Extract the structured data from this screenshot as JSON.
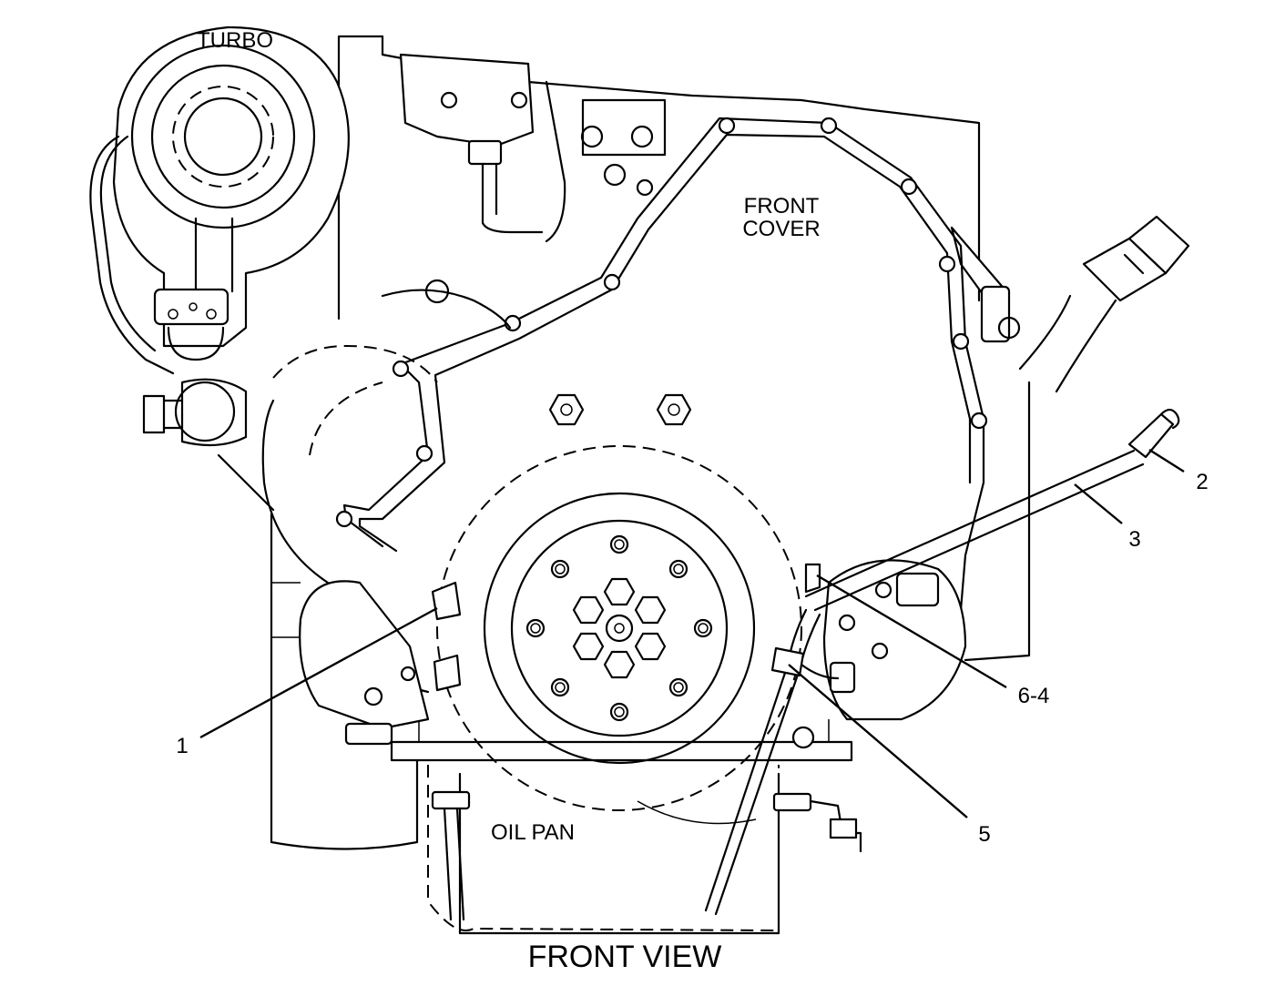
{
  "labels": {
    "turbo": "TURBO",
    "front_cover_line1": "FRONT",
    "front_cover_line2": "COVER",
    "oil_pan": "OIL PAN",
    "view_title": "FRONT VIEW"
  },
  "callouts": [
    "1",
    "2",
    "3",
    "6-4",
    "5"
  ]
}
